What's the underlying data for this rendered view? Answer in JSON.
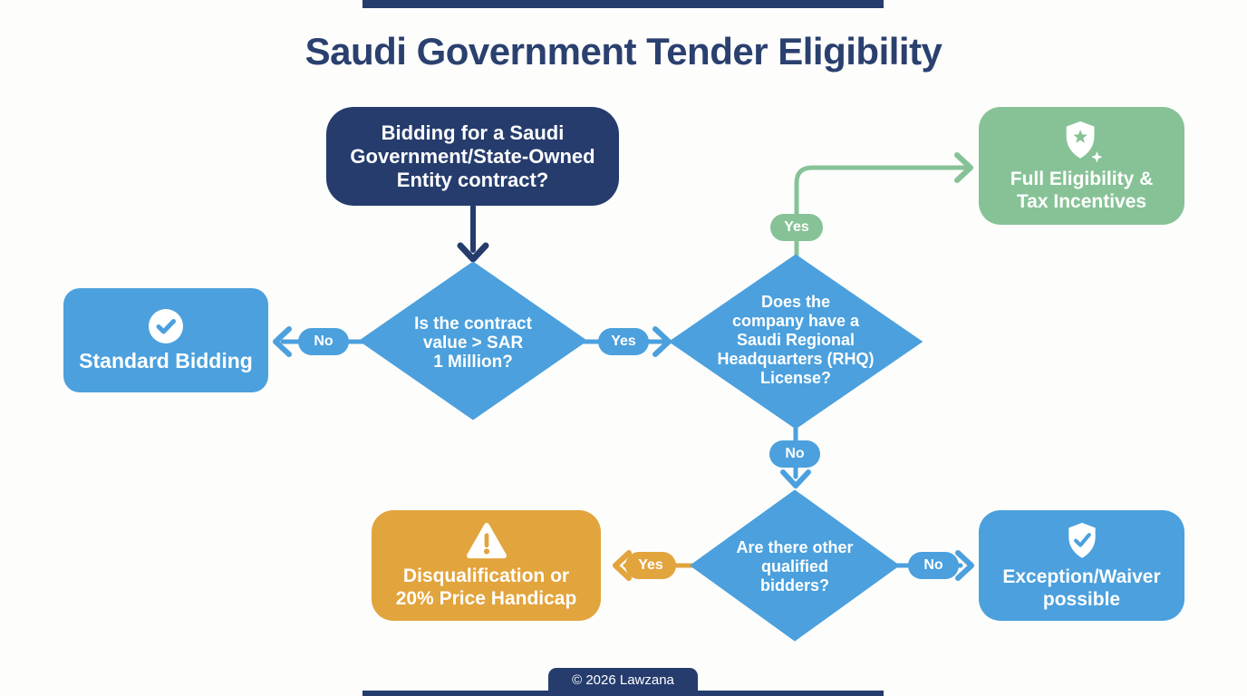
{
  "title": "Saudi Government Tender Eligibility",
  "footer": {
    "text": "© 2026 Lawzana"
  },
  "colors": {
    "navy": "#253c6d",
    "blue": "#4ba0dd",
    "green": "#87c297",
    "orange": "#e2a43c",
    "background": "#fdfdfc",
    "text_on_nodes": "#ffffff"
  },
  "flowchart": {
    "start": {
      "label": "Bidding for a Saudi\nGovernment/State-Owned\nEntity contract?"
    },
    "decisions": {
      "contract_value": {
        "label": "Is the contract\nvalue > SAR\n1 Million?"
      },
      "rhq_license": {
        "label": "Does the\ncompany have a\nSaudi Regional\nHeadquarters (RHQ)\nLicense?"
      },
      "other_bidders": {
        "label": "Are there other\nqualified\nbidders?"
      }
    },
    "outcomes": {
      "standard_bidding": {
        "label": "Standard Bidding",
        "icon": "check-circle-icon",
        "color": "#4ba0dd"
      },
      "full_eligibility": {
        "label": "Full Eligibility &\nTax Incentives",
        "icon": "shield-star-icon",
        "color": "#87c297"
      },
      "disqualification": {
        "label": "Disqualification or\n20% Price Handicap",
        "icon": "warning-triangle-icon",
        "color": "#e2a43c"
      },
      "exception_waiver": {
        "label": "Exception/Waiver\npossible",
        "icon": "shield-check-icon",
        "color": "#4ba0dd"
      }
    },
    "edge_labels": {
      "d1_no": "No",
      "d1_yes": "Yes",
      "d2_yes": "Yes",
      "d2_no": "No",
      "d3_yes": "Yes",
      "d3_no": "No"
    }
  }
}
